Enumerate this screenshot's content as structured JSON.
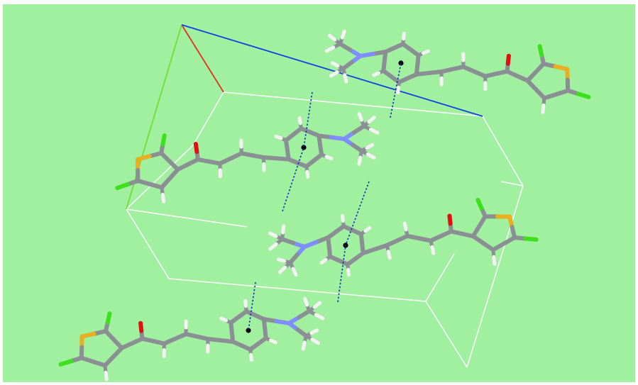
{
  "scene": {
    "background_color": "#a0f0a0",
    "carbon_color": "#8a8f94",
    "hydrogen_color": "#f2f2f2",
    "nitrogen_color": "#7f8fff",
    "oxygen_color": "#e01010",
    "sulfur_color": "#e8b020",
    "chlorine_color": "#3ce01c",
    "contact_color": "#1030c0",
    "centroid_color": "#000000",
    "cell_edge_color": "#ffffff",
    "axis_a_color": "#e03020",
    "axis_b_color": "#70e030",
    "axis_c_color": "#1040e0"
  },
  "molecules": [
    {
      "id": "mol-1",
      "name": "chalcone-top"
    },
    {
      "id": "mol-2",
      "name": "chalcone-upper-middle"
    },
    {
      "id": "mol-3",
      "name": "chalcone-lower-middle"
    },
    {
      "id": "mol-4",
      "name": "chalcone-bottom"
    }
  ],
  "contacts": [
    {
      "id": "ch-pi-1"
    },
    {
      "id": "ch-pi-2"
    },
    {
      "id": "ch-pi-3"
    },
    {
      "id": "ch-pi-4"
    },
    {
      "id": "ch-pi-5"
    },
    {
      "id": "ch-pi-6"
    }
  ]
}
